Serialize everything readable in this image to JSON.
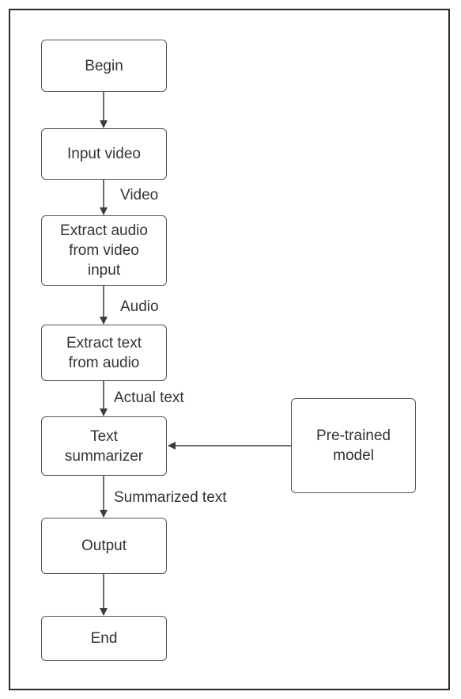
{
  "nodes": {
    "begin": "Begin",
    "input_video": "Input video",
    "extract_audio": "Extract audio\nfrom video\ninput",
    "extract_text": "Extract text\nfrom audio",
    "text_summarizer": "Text\nsummarizer",
    "pretrained_model": "Pre-trained\nmodel",
    "output": "Output",
    "end": "End"
  },
  "edges": {
    "video": "Video",
    "audio": "Audio",
    "actual_text": "Actual text",
    "summarized_text": "Summarized text"
  },
  "colors": {
    "box_border": "#555555",
    "arrow": "#3d3d3d",
    "frame": "#2b2b2b"
  }
}
